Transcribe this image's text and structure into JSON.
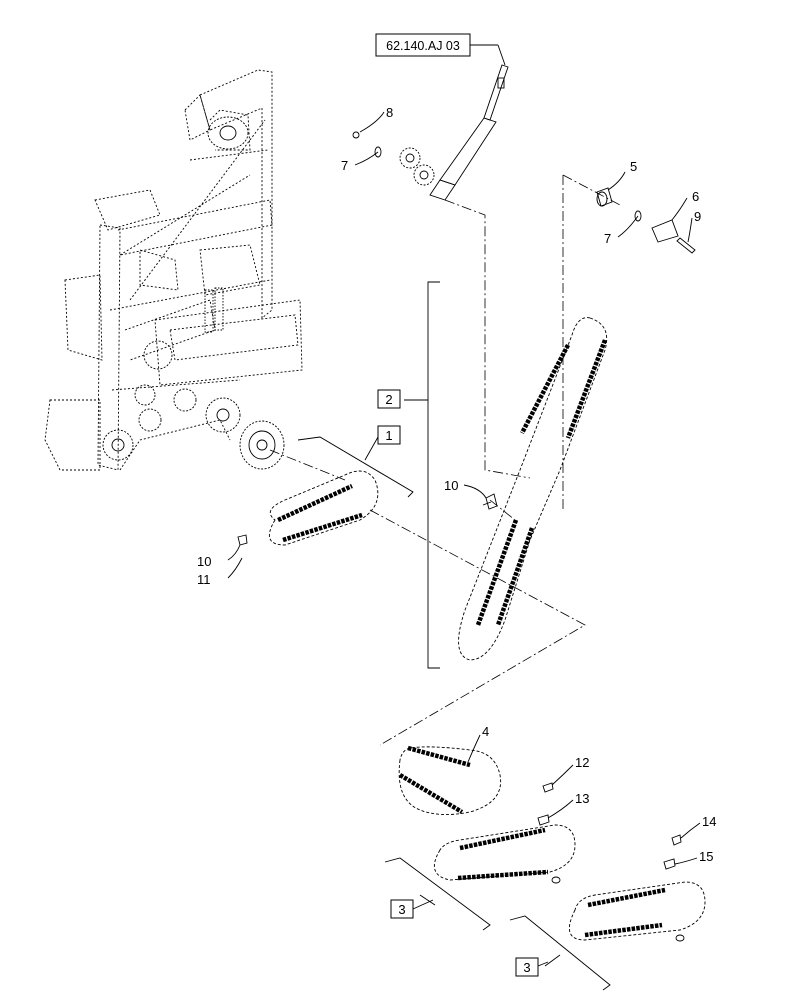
{
  "diagram": {
    "reference_box": "62.140.AJ 03",
    "callouts": {
      "c1": "1",
      "c2": "2",
      "c3a": "3",
      "c3b": "3",
      "c4": "4",
      "c5": "5",
      "c6": "6",
      "c7a": "7",
      "c7b": "7",
      "c8": "8",
      "c9": "9",
      "c10a": "10",
      "c10b": "10",
      "c11": "11",
      "c12": "12",
      "c13": "13",
      "c14": "14",
      "c15": "15"
    }
  }
}
